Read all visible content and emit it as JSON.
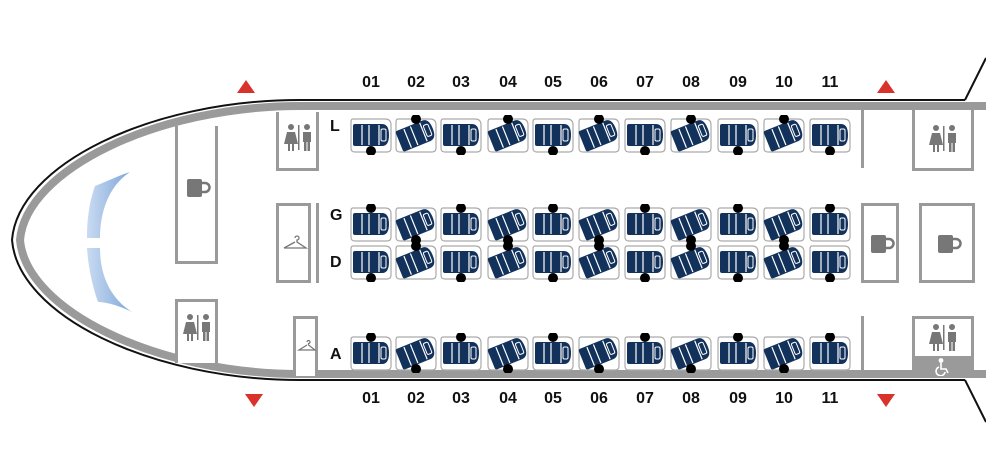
{
  "columns": [
    "01",
    "02",
    "03",
    "04",
    "05",
    "06",
    "07",
    "08",
    "09",
    "10",
    "11"
  ],
  "rows": [
    {
      "label": "L",
      "odd_dot": "bottom",
      "even_dot": "top"
    },
    {
      "label": "G",
      "odd_dot": "top",
      "even_dot": "bottom"
    },
    {
      "label": "D",
      "odd_dot": "bottom",
      "even_dot": "top"
    },
    {
      "label": "A",
      "odd_dot": "top",
      "even_dot": "bottom"
    }
  ],
  "colors": {
    "seat": "#13325b",
    "wall": "#9a9a9a",
    "exit": "#d9322b",
    "window": "#7fa6d8"
  },
  "icons": [
    "exit-arrow-icon",
    "lavatory-icon",
    "galley-icon",
    "closet-icon",
    "wheelchair-icon"
  ]
}
